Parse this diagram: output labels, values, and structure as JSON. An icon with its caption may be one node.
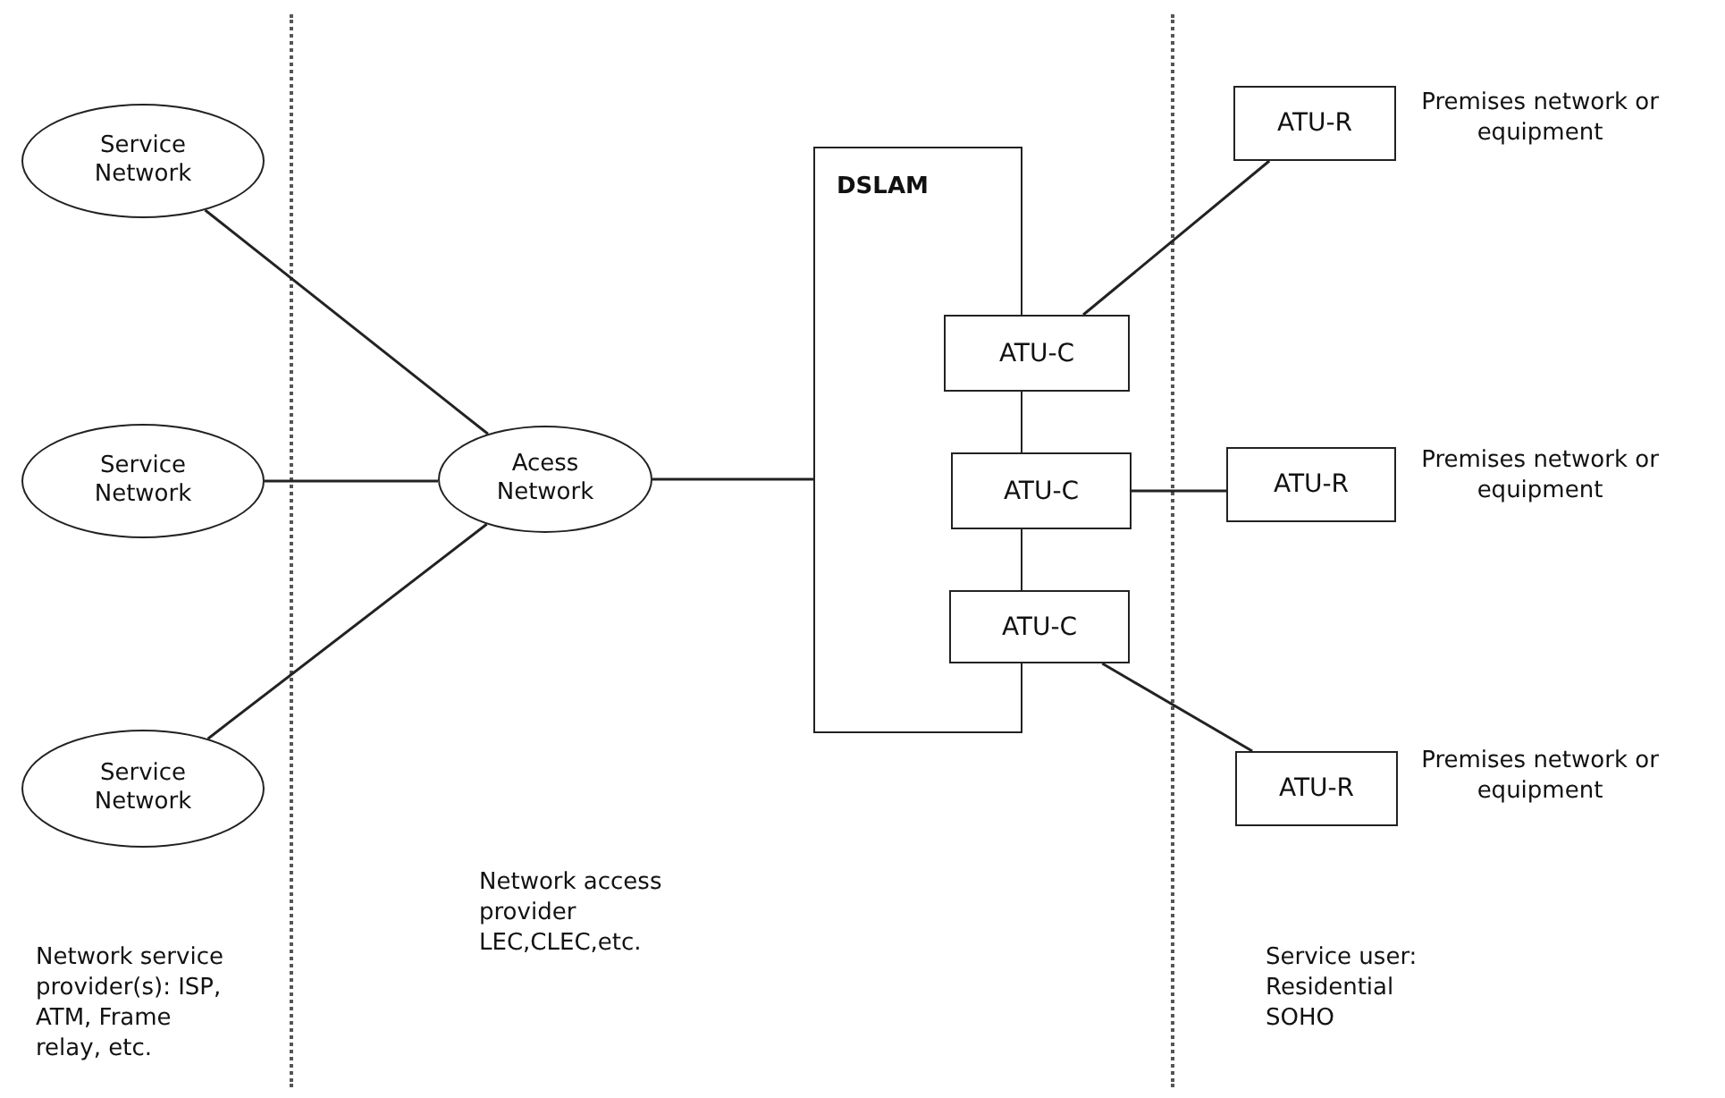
{
  "diagram": {
    "nodes": [
      {
        "text": [
          "Service Network"
        ]
      },
      {
        "text": [
          "Service Network"
        ]
      },
      {
        "text": [
          "Service Network"
        ]
      },
      {
        "text": [
          "Acess Network"
        ]
      },
      {
        "text": [
          "DSLAM"
        ]
      },
      {
        "text": [
          "ATU-C"
        ]
      },
      {
        "text": [
          "ATU-C"
        ]
      },
      {
        "text": [
          "ATU-C"
        ]
      },
      {
        "text": [
          "ATU-R"
        ],
        "beside": [
          "Premises network or equipment"
        ]
      },
      {
        "text": [
          "ATU-R"
        ],
        "beside": [
          "Premises network or equipment"
        ]
      },
      {
        "text": [
          "ATU-R"
        ],
        "beside": [
          "Premises network or equipment"
        ]
      }
    ],
    "edges": [
      {
        "from": 0,
        "to": 3,
        "arrow": "none"
      },
      {
        "from": 1,
        "to": 3,
        "arrow": "none"
      },
      {
        "from": 2,
        "to": 3,
        "arrow": "none"
      },
      {
        "from": 3,
        "to": 4,
        "arrow": "none"
      },
      {
        "from": 5,
        "to": 8,
        "arrow": "none"
      },
      {
        "from": 6,
        "to": 9,
        "arrow": "none"
      },
      {
        "from": 7,
        "to": 10,
        "arrow": "none"
      }
    ],
    "labels": [
      "Network service provider(s): ISP, ATM, Frame relay, etc.",
      "Network access provider LEC,CLEC,etc.",
      "Service user: Residential SOHO"
    ]
  }
}
